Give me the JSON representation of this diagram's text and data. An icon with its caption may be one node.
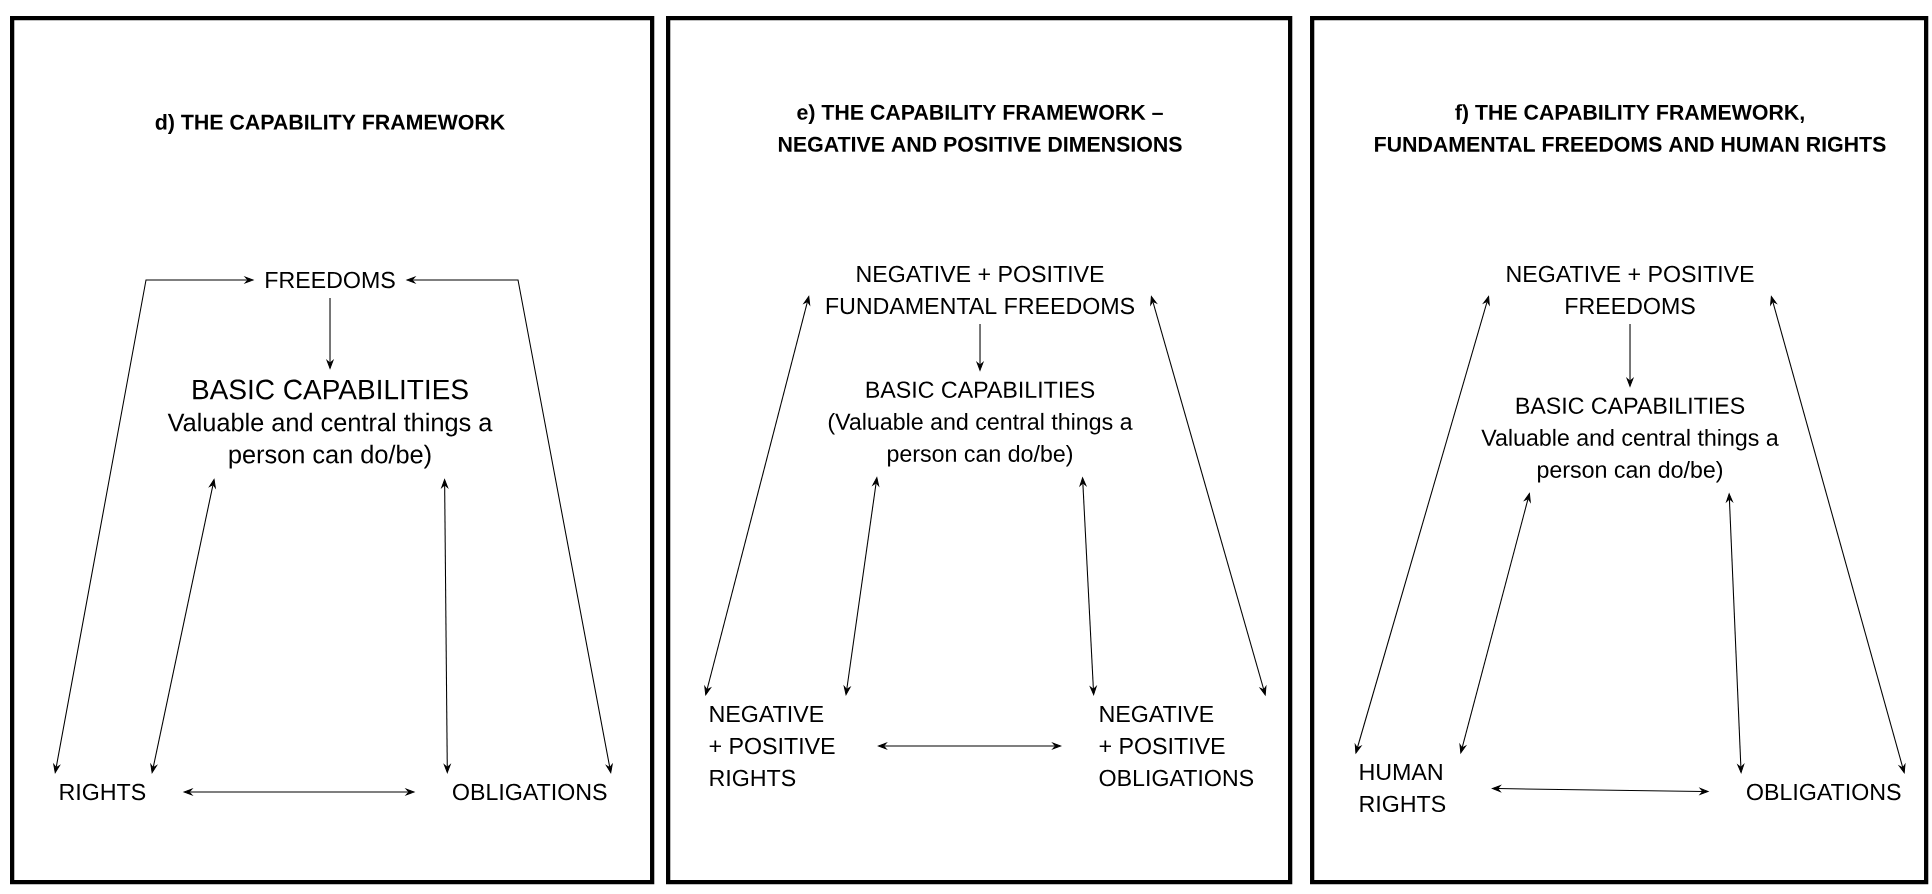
{
  "diagram": {
    "nodes": [
      {
        "text": [
          "d) THE CAPABILITY FRAMEWORK"
        ]
      },
      {
        "text": [
          "FREEDOMS"
        ],
        "in": 0
      },
      {
        "text": [
          "BASIC CAPABILITIES",
          "Valuable and central things a person can do/be)"
        ],
        "in": 0
      },
      {
        "text": [
          "RIGHTS"
        ],
        "in": 0
      },
      {
        "text": [
          "OBLIGATIONS"
        ],
        "in": 0
      },
      {
        "text": [
          "e) THE CAPABILITY FRAMEWORK – NEGATIVE AND POSITIVE DIMENSIONS"
        ]
      },
      {
        "text": [
          "NEGATIVE + POSITIVE FUNDAMENTAL FREEDOMS"
        ],
        "in": 5
      },
      {
        "text": [
          "BASIC CAPABILITIES",
          "(Valuable and central things a person can do/be)"
        ],
        "in": 5
      },
      {
        "text": [
          "NEGATIVE + POSITIVE RIGHTS"
        ],
        "in": 5
      },
      {
        "text": [
          "NEGATIVE + POSITIVE OBLIGATIONS"
        ],
        "in": 5
      },
      {
        "text": [
          "f) THE CAPABILITY FRAMEWORK, FUNDAMENTAL FREEDOMS AND HUMAN RIGHTS"
        ]
      },
      {
        "text": [
          "NEGATIVE + POSITIVE FREEDOMS"
        ],
        "in": 10
      },
      {
        "text": [
          "BASIC CAPABILITIES",
          "Valuable and central things a person can do/be)"
        ],
        "in": 10
      },
      {
        "text": [
          "HUMAN RIGHTS"
        ],
        "in": 10
      },
      {
        "text": [
          "OBLIGATIONS"
        ],
        "in": 10
      }
    ],
    "edges": [
      {
        "from": 1,
        "to": 2,
        "arrow": "to"
      },
      {
        "from": 3,
        "to": 1,
        "arrow": "both"
      },
      {
        "from": 3,
        "to": 2,
        "arrow": "both"
      },
      {
        "from": 3,
        "to": 4,
        "arrow": "both"
      },
      {
        "from": 4,
        "to": 2,
        "arrow": "both"
      },
      {
        "from": 4,
        "to": 1,
        "arrow": "both"
      },
      {
        "from": 6,
        "to": 7,
        "arrow": "to"
      },
      {
        "from": 8,
        "to": 6,
        "arrow": "both"
      },
      {
        "from": 8,
        "to": 7,
        "arrow": "both"
      },
      {
        "from": 8,
        "to": 9,
        "arrow": "both"
      },
      {
        "from": 9,
        "to": 7,
        "arrow": "both"
      },
      {
        "from": 9,
        "to": 6,
        "arrow": "both"
      },
      {
        "from": 11,
        "to": 12,
        "arrow": "to"
      },
      {
        "from": 13,
        "to": 11,
        "arrow": "both"
      },
      {
        "from": 13,
        "to": 12,
        "arrow": "both"
      },
      {
        "from": 13,
        "to": 14,
        "arrow": "both"
      },
      {
        "from": 14,
        "to": 12,
        "arrow": "both"
      },
      {
        "from": 14,
        "to": 11,
        "arrow": "both"
      }
    ]
  }
}
